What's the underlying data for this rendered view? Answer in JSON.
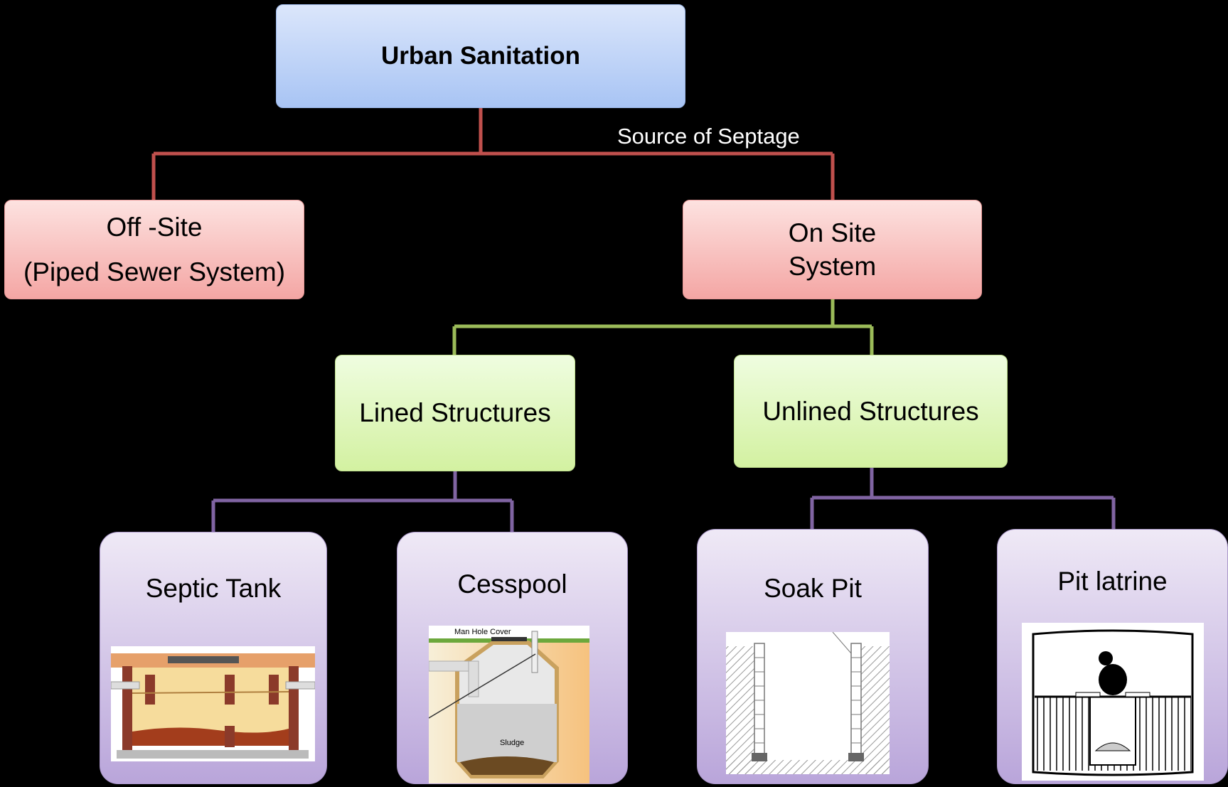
{
  "root": {
    "label": "Urban Sanitation"
  },
  "edge_label": "Source of Septage",
  "off_site": {
    "line1": "Off -Site",
    "line2": "(Piped Sewer System)"
  },
  "on_site": {
    "line1": "On Site",
    "line2": "System"
  },
  "lined": {
    "label": "Lined Structures"
  },
  "unlined": {
    "label": "Unlined Structures"
  },
  "leaves": {
    "septic_tank": {
      "label": "Septic Tank"
    },
    "cesspool": {
      "label": "Cesspool",
      "image_text_1": "Man Hole Cover",
      "image_text_2": "Sludge"
    },
    "soak_pit": {
      "label": "Soak Pit"
    },
    "pit_latrine": {
      "label": "Pit latrine"
    }
  },
  "colors": {
    "red_connector": "#c0504d",
    "green_connector": "#9bbb59",
    "purple_connector": "#8064a2"
  }
}
